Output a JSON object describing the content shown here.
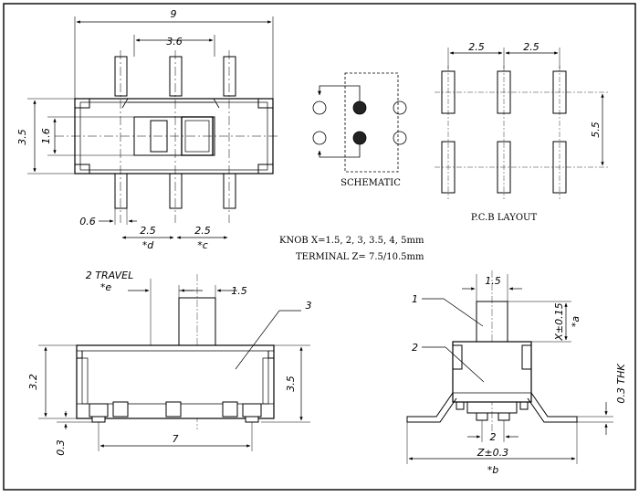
{
  "top_view": {
    "width": "9",
    "pin_span": "3.6",
    "height": "3.5",
    "slot": "1.6",
    "pin_width": "0.6",
    "pitch_d": "2.5",
    "pitch_c": "2.5",
    "note_d": "*d",
    "note_c": "*c"
  },
  "schematic": {
    "title": "SCHEMATIC"
  },
  "pcb": {
    "title": "P.C.B LAYOUT",
    "pitch_left": "2.5",
    "pitch_right": "2.5",
    "row_gap": "5.5"
  },
  "notes": {
    "knob": "KNOB X=1.5, 2, 3, 3.5, 4, 5mm",
    "terminal": "TERMINAL Z= 7.5/10.5mm"
  },
  "front_view": {
    "travel": "2 TRAVEL",
    "travel_note": "*e",
    "knob_width": "1.5",
    "callout": "3",
    "height_left": "3.2",
    "height_right": "3.5",
    "standoff": "0.3",
    "terminal_span": "7"
  },
  "side_view": {
    "knob_width": "1.5",
    "callout_1": "1",
    "callout_2": "2",
    "knob_height": "X±0.15",
    "knob_note": "*a",
    "thickness": "0.3 THK",
    "lead_pitch": "2",
    "overall": "Z±0.3",
    "overall_note": "*b"
  }
}
